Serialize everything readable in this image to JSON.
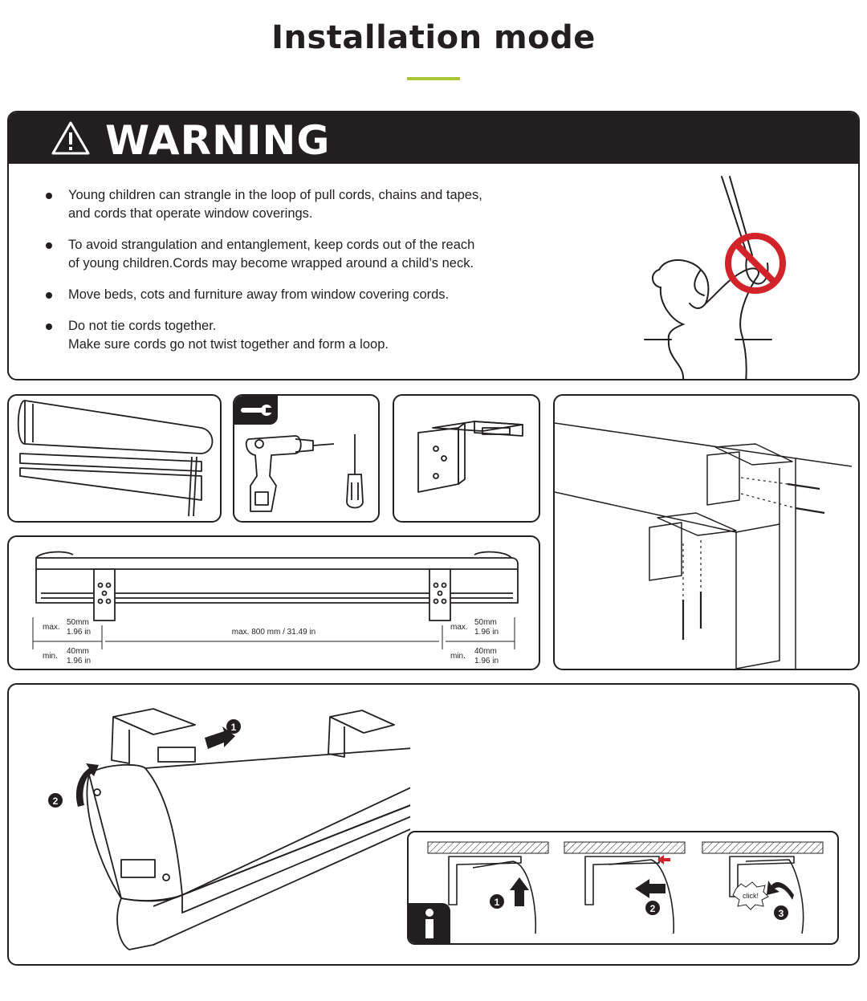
{
  "page": {
    "title": "Installation mode",
    "accent_color": "#a9c536"
  },
  "warning": {
    "title": "WARNING",
    "icon": "warning-triangle-icon",
    "bullets": [
      {
        "line1": "Young children can strangle in the loop of pull cords, chains and tapes,",
        "line2": "and cords that operate window coverings."
      },
      {
        "line1": "To avoid strangulation and entanglement, keep cords out of the reach",
        "line2": "of young children.Cords may become wrapped around a child’s neck."
      },
      {
        "line1": "Move beds, cots and furniture away from window covering cords.",
        "line2": ""
      },
      {
        "line1": "Do not tie cords together.",
        "line2": "Make sure cords go not twist together and form a loop."
      }
    ],
    "prohibition_color": "#d2232a"
  },
  "tools": {
    "icon": "wrench-icon"
  },
  "spacing": {
    "left_max_label": "max.",
    "left_max_mm": "50mm",
    "left_max_in": "1.96 in",
    "left_min_label": "min.",
    "left_min_mm": "40mm",
    "left_min_in": "1.96 in",
    "center_label": "max. 800 mm / 31.49 in",
    "right_max_label": "max.",
    "right_max_mm": "50mm",
    "right_max_in": "1.96 in",
    "right_min_label": "min.",
    "right_min_mm": "40mm",
    "right_min_in": "1.96 in"
  },
  "mount_steps": {
    "step1": "1",
    "step2": "2"
  },
  "info": {
    "icon": "info-icon",
    "step1": "1",
    "step2": "2",
    "step3": "3",
    "click_label": "click!",
    "arrow_color": "#d2232a"
  }
}
